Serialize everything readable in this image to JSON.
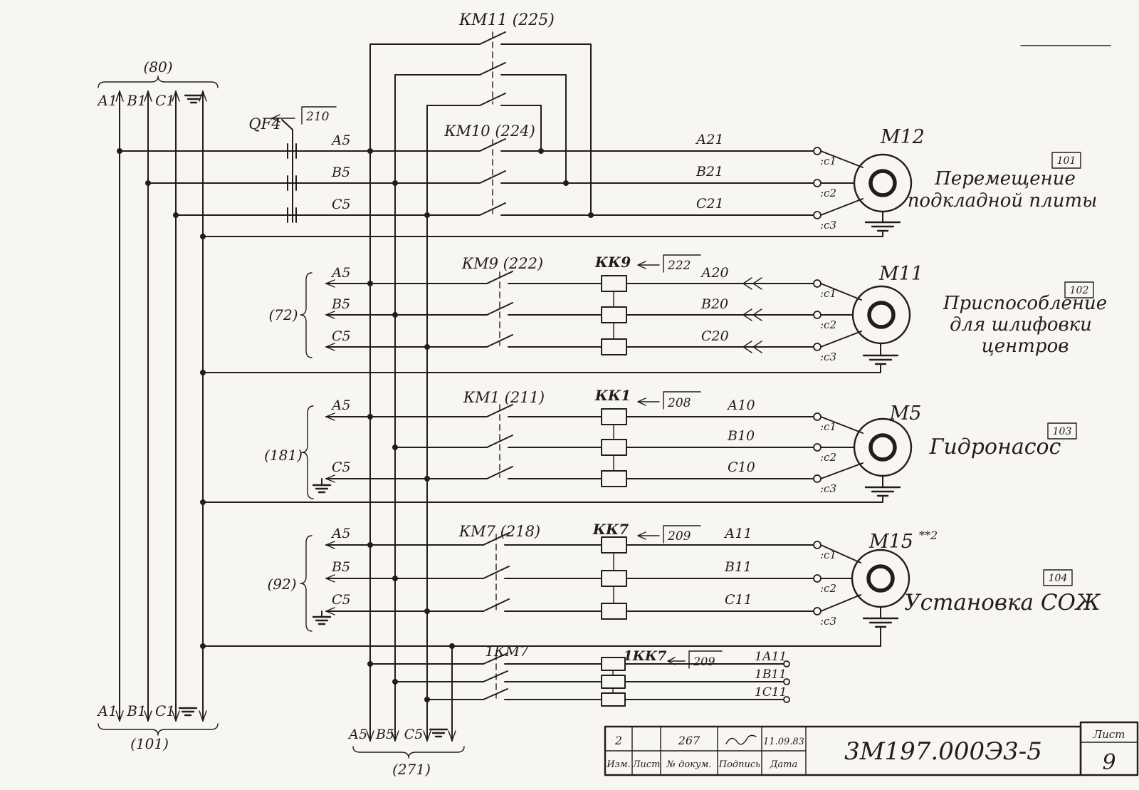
{
  "bus": {
    "top_bracket": "(80)",
    "bottom_bracket": "(101)",
    "phases": [
      "А1",
      "В1",
      "С1"
    ]
  },
  "qf": {
    "label": "QF4",
    "ref": "210",
    "feeds": [
      "А5",
      "В5",
      "С5"
    ]
  },
  "km11": {
    "label": "КМ11 (225)"
  },
  "trunk": {
    "labels": [
      "А5",
      "В5",
      "С5"
    ],
    "bracket": "(271)"
  },
  "terminals": [
    ":с1",
    ":с2",
    ":с3"
  ],
  "branch1": {
    "km": "КМ10 (224)",
    "wires": [
      "А21",
      "В21",
      "С21"
    ],
    "motor": "М12",
    "tag": "101",
    "caption": [
      "Перемещение",
      "подкладной плиты"
    ]
  },
  "branch2": {
    "bracket": "(72)",
    "feeds": [
      "А5",
      "В5",
      "С5"
    ],
    "km": "КМ9 (222)",
    "kk": "КК9",
    "kk_ref": "222",
    "wires": [
      "А20",
      "В20",
      "С20"
    ],
    "motor": "М11",
    "tag": "102",
    "caption": [
      "Приспособление",
      "для шлифовки",
      "центров"
    ]
  },
  "branch3": {
    "bracket": "(181)",
    "feeds": [
      "А5",
      "С5"
    ],
    "km": "КМ1 (211)",
    "kk": "КК1",
    "kk_ref": "208",
    "wires": [
      "А10",
      "В10",
      "С10"
    ],
    "motor": "М5",
    "tag": "103",
    "caption": [
      "Гидронасос"
    ]
  },
  "branch4": {
    "bracket": "(92)",
    "feeds": [
      "А5",
      "В5",
      "С5"
    ],
    "km": "КМ7 (218)",
    "kk": "КК7",
    "kk_ref": "209",
    "wires": [
      "А11",
      "В11",
      "С11"
    ],
    "motor": "М15",
    "motor_sup": "**2",
    "tag": "104",
    "caption": [
      "Установка СОЖ"
    ]
  },
  "branch5": {
    "km": "1КМ7",
    "kk": "1КК7",
    "kk_ref": "209",
    "wires": [
      "1А11",
      "1В11",
      "1С11"
    ]
  },
  "title_block": {
    "doc_number": "3М197.000Э3-5",
    "values": {
      "izm": "2",
      "doc": "267",
      "date": "11.09.83"
    },
    "headers": [
      "Изм.",
      "Лист",
      "№ докум.",
      "Подпись",
      "Дата"
    ],
    "sheet_label": "Лист",
    "sheet_number": "9"
  }
}
